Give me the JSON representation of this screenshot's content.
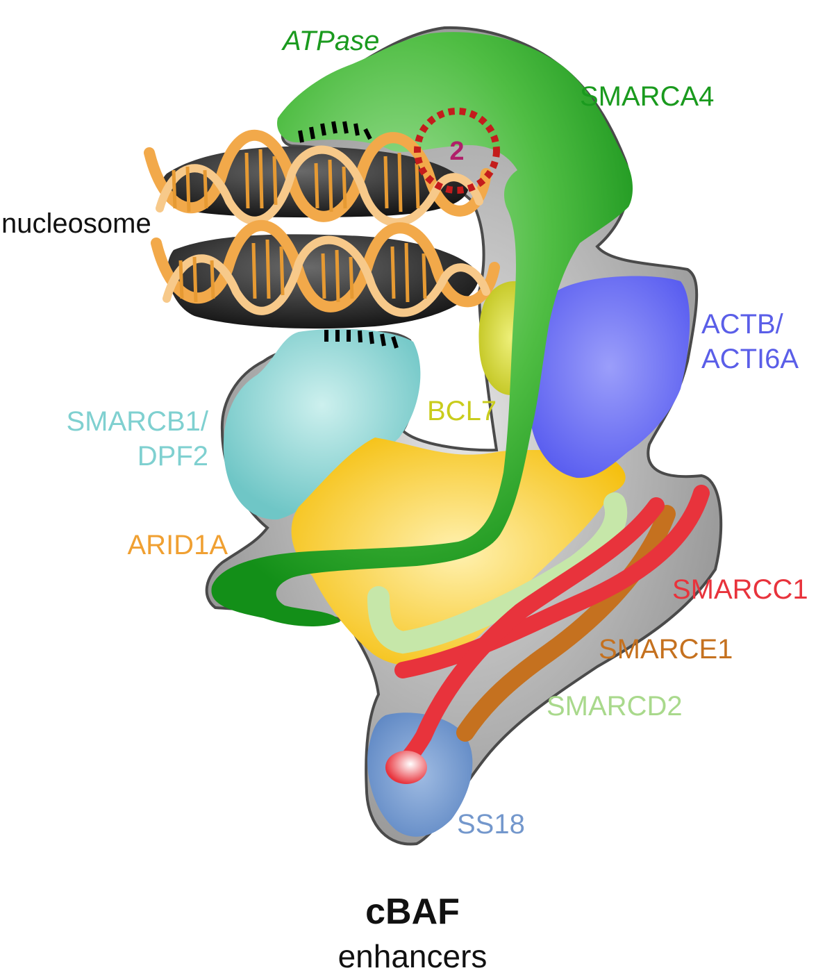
{
  "labels": {
    "atpase": "ATPase",
    "smarca4": "SMARCA4",
    "nucleosome": "nucleosome",
    "actb_line1": "ACTB/",
    "actb_line2": "ACTI6A",
    "smarcb1_line1": "SMARCB1/",
    "smarcb1_line2": "DPF2",
    "bcl7": "BCL7",
    "arid1a": "ARID1A",
    "smarcc1": "SMARCC1",
    "smarce1": "SMARCE1",
    "smarcd2": "SMARCD2",
    "ss18": "SS18",
    "motif_number": "2"
  },
  "title": "cBAF",
  "subtitle": "enhancers",
  "colors": {
    "smarca4": "#13961b",
    "smarcb1": "#7fd0d0",
    "arid1a": "#f6c21a",
    "actb": "#6a6ef2",
    "bcl7": "#c9cc1c",
    "smarcc1": "#e8333c",
    "smarce1": "#c5711f",
    "smarcd2": "#a9d98c",
    "ss18": "#6f95cc",
    "dna": "#f2a94a",
    "histone": "#2a2a2a",
    "scaffold": "#9a9a9a",
    "motif": "#c41c1c"
  }
}
